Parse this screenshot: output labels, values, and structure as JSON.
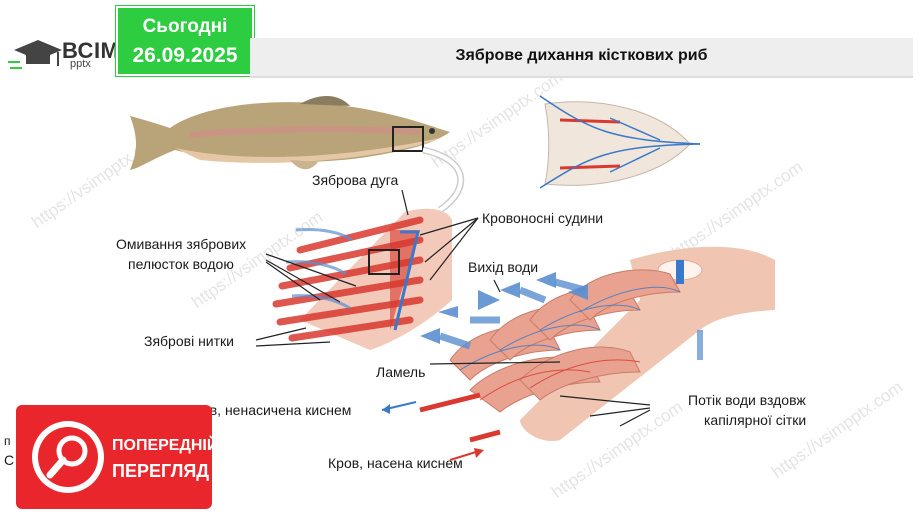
{
  "logo": {
    "title": "ВСІМ",
    "sub": "pptx"
  },
  "date": {
    "day": "Сьогодні",
    "value": "26.09.2025"
  },
  "slide_title": "Зяброве дихання кісткових риб",
  "labels": {
    "gill_arch": "Зяброва дуга",
    "blood_vessels": "Кровоносні судини",
    "washing_line1": "Омивання зябрових",
    "washing_line2": "пелюсток водою",
    "water_out": "Вихід води",
    "gill_filaments": "Зяброві нитки",
    "lamella": "Ламель",
    "blood_unsat": "Кров, ненасичена киснем",
    "flow_line1": "Потік води вздовж",
    "flow_line2": "капілярної сітки",
    "blood_sat": "Кров, насена киснем"
  },
  "preview": {
    "line1": "ПОПЕРЕДНІЙ",
    "line2": "ПЕРЕГЛЯД"
  },
  "side_letters": {
    "a": "п",
    "b": "С"
  },
  "watermark": "https://vsimpptx.com",
  "colors": {
    "accent_green": "#2ecc40",
    "preview_red": "#e8262b",
    "vessel_red": "#d9392f",
    "vessel_blue": "#3a79c9"
  }
}
